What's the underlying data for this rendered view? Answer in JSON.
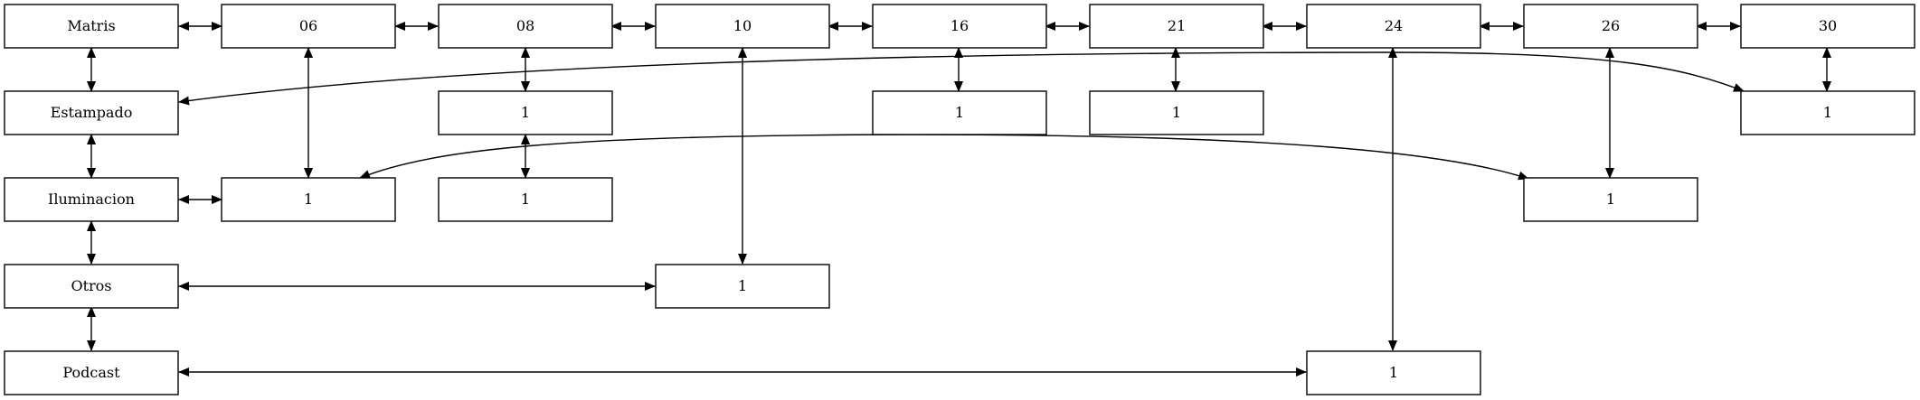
{
  "nodes": {
    "matris": "Matris",
    "n06": "06",
    "n08": "08",
    "n10": "10",
    "n16": "16",
    "n21": "21",
    "n24": "24",
    "n26": "26",
    "n30": "30",
    "estampado": "Estampado",
    "v08": "1",
    "v16": "1",
    "v21": "1",
    "v30": "1",
    "iluminacion": "Iluminacion",
    "i06": "1",
    "i08": "1",
    "i26": "1",
    "otros": "Otros",
    "o10": "1",
    "podcast": "Podcast",
    "p24": "1"
  },
  "edges": [
    [
      "matris",
      "n06"
    ],
    [
      "n06",
      "n08"
    ],
    [
      "n08",
      "n10"
    ],
    [
      "n10",
      "n16"
    ],
    [
      "n16",
      "n21"
    ],
    [
      "n21",
      "n24"
    ],
    [
      "n24",
      "n26"
    ],
    [
      "n26",
      "n30"
    ],
    [
      "matris",
      "estampado"
    ],
    [
      "estampado",
      "iluminacion"
    ],
    [
      "iluminacion",
      "otros"
    ],
    [
      "otros",
      "podcast"
    ],
    [
      "n08",
      "v08"
    ],
    [
      "n16",
      "v16"
    ],
    [
      "n21",
      "v21"
    ],
    [
      "n30",
      "v30"
    ],
    [
      "estampado",
      "v30"
    ],
    [
      "n06",
      "i06"
    ],
    [
      "v08",
      "i08"
    ],
    [
      "iluminacion",
      "i06"
    ],
    [
      "i06",
      "i26"
    ],
    [
      "n26",
      "i26"
    ],
    [
      "n10",
      "o10"
    ],
    [
      "otros",
      "o10"
    ],
    [
      "n24",
      "p24"
    ],
    [
      "podcast",
      "p24"
    ]
  ],
  "colors": {
    "stroke": "#000000",
    "fill": "#ffffff"
  }
}
